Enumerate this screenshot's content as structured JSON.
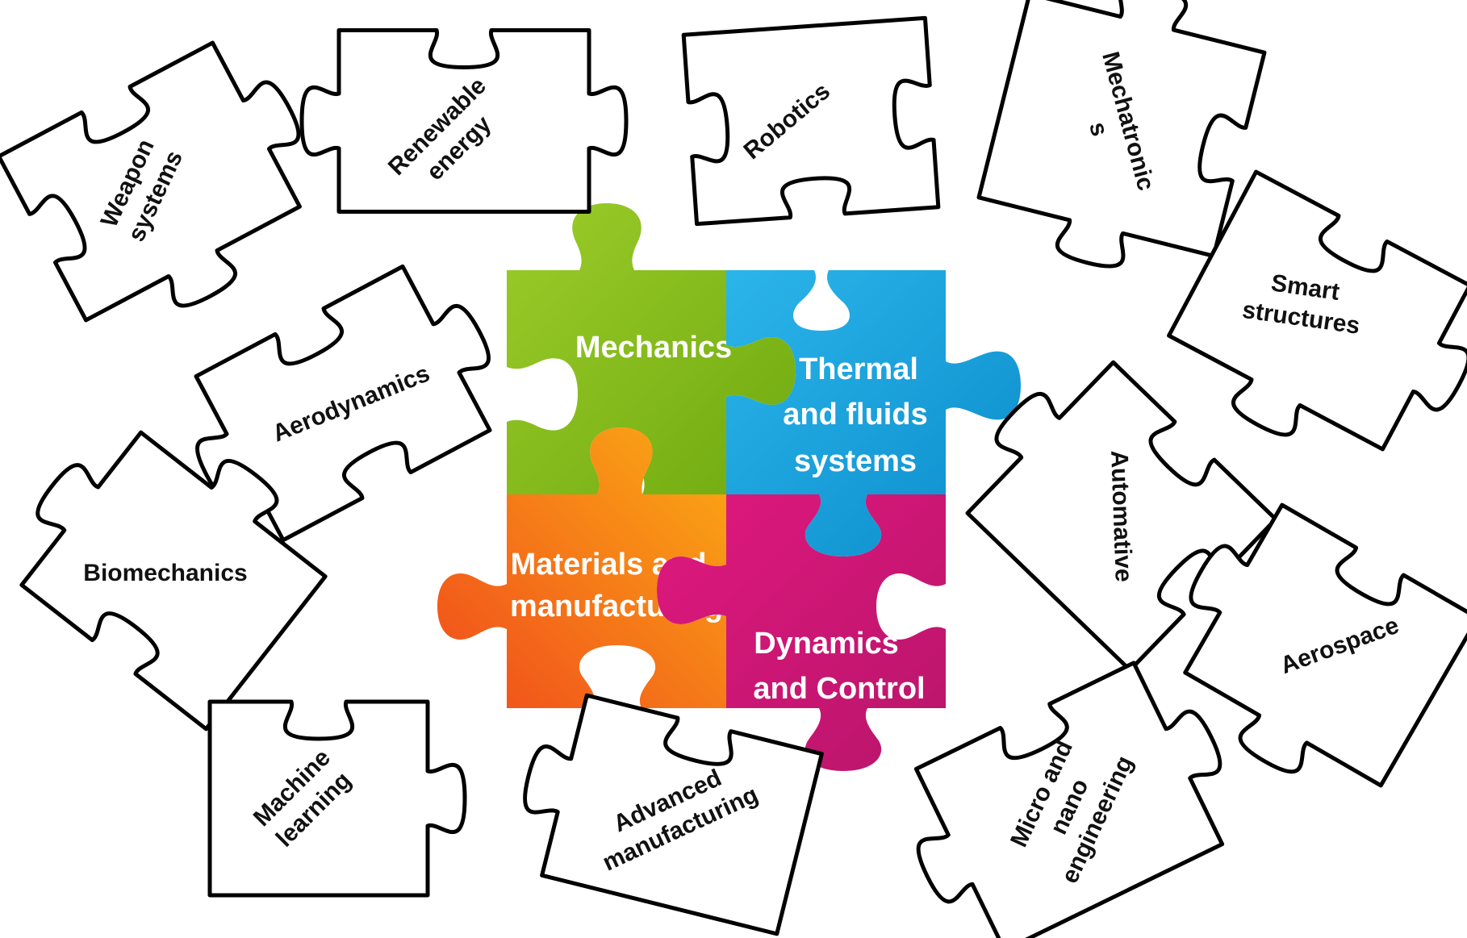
{
  "center": {
    "pieces": [
      {
        "id": "mechanics",
        "lines": [
          "Mechanics"
        ],
        "color": "#8dc21f",
        "color_dark": "#76ad12"
      },
      {
        "id": "thermal",
        "lines": [
          "Thermal",
          "and fluids",
          "systems"
        ],
        "color": "#19a7e0",
        "color_dark": "#0c8fcb"
      },
      {
        "id": "materials",
        "lines": [
          "Materials and",
          "manufacturing"
        ],
        "color": "#f7901e",
        "color_dark": "#f0531c"
      },
      {
        "id": "dynamics",
        "lines": [
          "Dynamics",
          "and Control"
        ],
        "color": "#d6177a",
        "color_dark": "#c01669"
      }
    ]
  },
  "outer": [
    {
      "id": "weapon-systems",
      "lines": [
        "Weapon",
        "systems"
      ]
    },
    {
      "id": "renewable-energy",
      "lines": [
        "Renewable",
        "energy"
      ]
    },
    {
      "id": "robotics",
      "lines": [
        "Robotics"
      ]
    },
    {
      "id": "mechatronics",
      "lines": [
        "Mechatronic",
        "s"
      ]
    },
    {
      "id": "smart-structures",
      "lines": [
        "Smart",
        "structures"
      ]
    },
    {
      "id": "aerodynamics",
      "lines": [
        "Aerodynamics"
      ]
    },
    {
      "id": "automative",
      "lines": [
        "Automative"
      ]
    },
    {
      "id": "biomechanics",
      "lines": [
        "Biomechanics"
      ]
    },
    {
      "id": "aerospace",
      "lines": [
        "Aerospace"
      ]
    },
    {
      "id": "machine-learning",
      "lines": [
        "Machine",
        "learning"
      ]
    },
    {
      "id": "advanced-manufacturing",
      "lines": [
        "Advanced",
        "manufacturing"
      ]
    },
    {
      "id": "micro-nano-engineering",
      "lines": [
        "Micro and",
        "nano",
        "engineering"
      ]
    }
  ]
}
